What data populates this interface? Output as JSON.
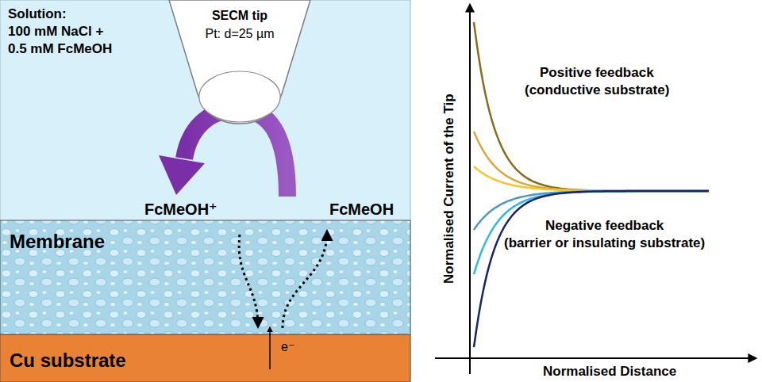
{
  "diagram": {
    "nodes": [
      {
        "text": [
          "SECM tip",
          "Pt: d=25 µm"
        ]
      },
      {
        "text": [
          "Membrane"
        ]
      },
      {
        "text": [
          "Cu substrate"
        ]
      }
    ],
    "labels": [
      "Solution:",
      "100 mM NaCl +",
      "0.5 mM FcMeOH",
      "FcMeOH⁺",
      "FcMeOH",
      "e⁻",
      "Positive feedback",
      "(conductive substrate)",
      "Negative feedback",
      "(barrier or insulating substrate)",
      "Normalised Current of the Tip",
      "Normalised Distance"
    ]
  }
}
